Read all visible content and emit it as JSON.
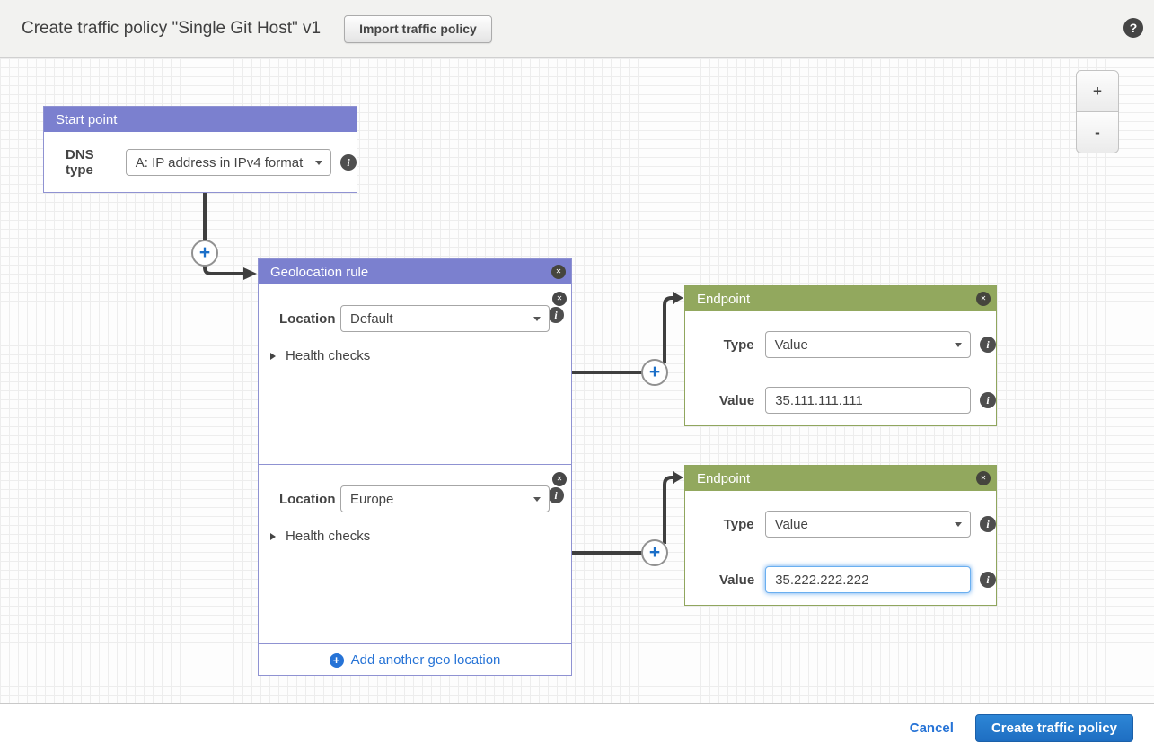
{
  "topbar": {
    "title": "Create traffic policy \"Single Git Host\" v1",
    "import_button_label": "Import traffic policy"
  },
  "icons": {
    "help": "?",
    "close": "✕",
    "info": "i",
    "plus": "+",
    "zoom_in": "+",
    "zoom_out": "-"
  },
  "start_point": {
    "header": "Start point",
    "dns_type_label": "DNS type",
    "dns_type_value": "A: IP address in IPv4 format"
  },
  "geolocation_rule": {
    "header": "Geolocation rule",
    "sections": [
      {
        "location_label": "Location",
        "location_value": "Default",
        "health_checks_label": "Health checks"
      },
      {
        "location_label": "Location",
        "location_value": "Europe",
        "health_checks_label": "Health checks"
      }
    ],
    "add_another_label": "Add another geo location"
  },
  "endpoints": [
    {
      "header": "Endpoint",
      "type_label": "Type",
      "type_value": "Value",
      "value_label": "Value",
      "value_text": "35.111.111.111"
    },
    {
      "header": "Endpoint",
      "type_label": "Type",
      "type_value": "Value",
      "value_label": "Value",
      "value_text": "35.222.222.222"
    }
  ],
  "footer": {
    "cancel_label": "Cancel",
    "create_label": "Create traffic policy"
  },
  "colors": {
    "rule_purple": "#7b80cf",
    "endpoint_green": "#92a85e",
    "connector_gray": "#3f3f3f",
    "link_blue": "#2673d6",
    "primary_button_blue": "#1f75cc"
  }
}
